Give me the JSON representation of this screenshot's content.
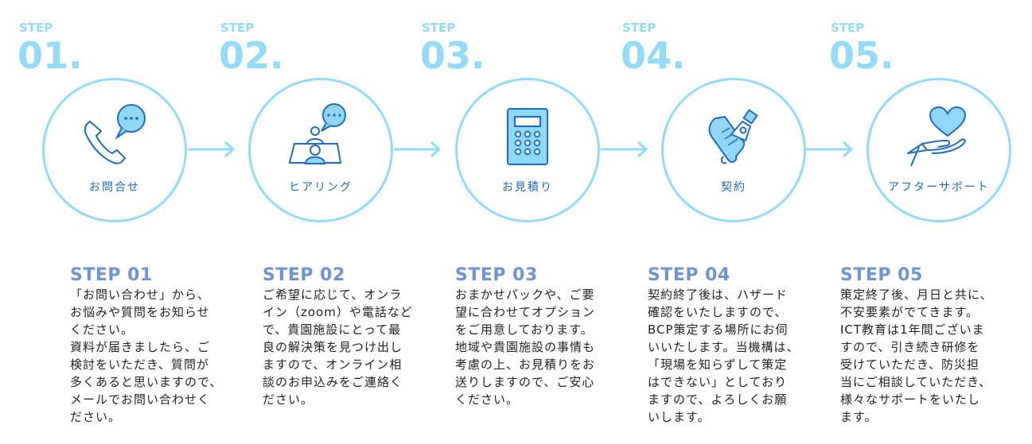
{
  "colors": {
    "accent_light": "#8fdcfb",
    "icon_stroke": "#1a6cc4",
    "icon_fill": "#90d8fa",
    "heading": "#6f94d4",
    "body_text": "#222222"
  },
  "steps": [
    {
      "step_word": "STEP",
      "number": "01.",
      "icon": "phone-chat-icon",
      "label": "お問合せ",
      "heading": "STEP 01",
      "body": "「お問い合わせ」から、\nお悩みや質問をお知らせ\nください。\n資料が届きましたら、ご\n検討をいただき、質問が\n多くあると思いますので、\nメールでお問い合わせく\nださい。"
    },
    {
      "step_word": "STEP",
      "number": "02.",
      "icon": "hearing-meeting-icon",
      "label": "ヒアリング",
      "heading": "STEP 02",
      "body": "ご希望に応じて、オンラ\nイン（zoom）や電話など\nで、貴園施設にとって最\n良の解決策を見つけ出し\nますので、オンライン相\n談のお申込みをご連絡く\nださい。"
    },
    {
      "step_word": "STEP",
      "number": "03.",
      "icon": "calculator-icon",
      "label": "お見積り",
      "heading": "STEP 03",
      "body": "おまかせパックや、ご要\n望に合わせてオプション\nをご用意しております。\n地域や貴園施設の事情も\n考慮の上、お見積りをお\n送りしますので、ご安心\nください。"
    },
    {
      "step_word": "STEP",
      "number": "04.",
      "icon": "contract-pen-icon",
      "label": "契約",
      "heading": "STEP 04",
      "body": "契約終了後は、ハザード\n確認をいたしますので、\nBCP策定する場所にお伺\nいいたします。当機構は、\n「現場を知らずして策定\nはできない」としており\nますので、よろしくお願\nいします。"
    },
    {
      "step_word": "STEP",
      "number": "05.",
      "icon": "heart-hand-icon",
      "label": "アフターサポート",
      "heading": "STEP 05",
      "body": "策定終了後、月日と共に、\n不安要素がでてきます。\nICT教育は1年間ございま\nすので、引き続き研修を\n受けていただき、防災担\n当にご相談していただき、\n様々なサポートをいたし\nます。"
    }
  ]
}
